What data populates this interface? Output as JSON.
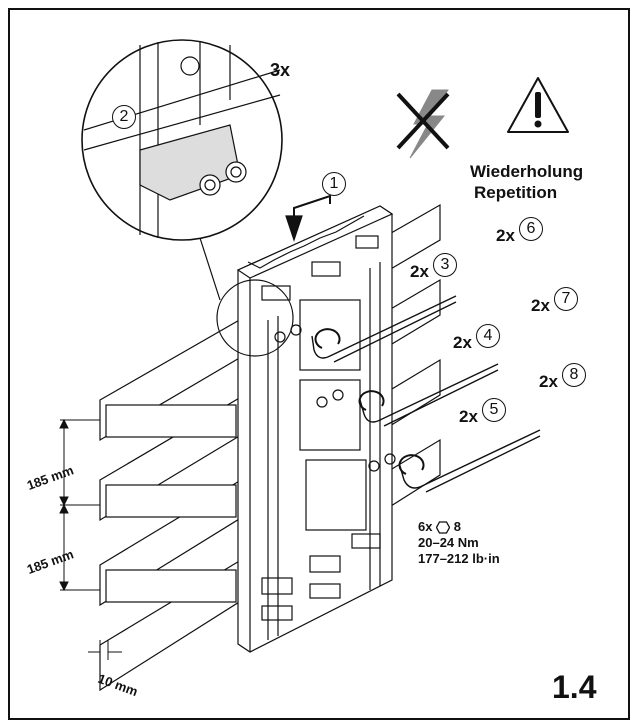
{
  "labels": {
    "count_3x": "3x",
    "repeat_de": "Wiederholung",
    "repeat_en": "Repetition",
    "figure_number": "1.4"
  },
  "steps": [
    {
      "number": "1",
      "count": ""
    },
    {
      "number": "2",
      "count": ""
    },
    {
      "number": "3",
      "count": "2x"
    },
    {
      "number": "4",
      "count": "2x"
    },
    {
      "number": "5",
      "count": "2x"
    },
    {
      "number": "6",
      "count": "2x"
    },
    {
      "number": "7",
      "count": "2x"
    },
    {
      "number": "8",
      "count": "2x"
    }
  ],
  "dimensions": {
    "spacing_top": "185 mm",
    "spacing_bottom": "185 mm",
    "thickness": "10 mm"
  },
  "torque_spec": {
    "screws_prefix": "6x",
    "screws_size": "8",
    "torque_nm": "20–24 Nm",
    "torque_lbin": "177–212 lb·in"
  },
  "icons": [
    "no-power-icon",
    "warning-icon",
    "hex-socket-icon",
    "rotate-arrow-icon"
  ]
}
